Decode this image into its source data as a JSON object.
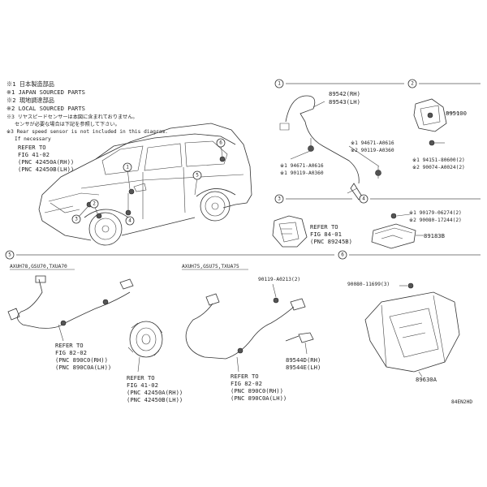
{
  "notes": {
    "lines": [
      "※1 日本製造部品",
      "※1 JAPAN SOURCED PARTS",
      "※2 現地調達部品",
      "※2 LOCAL SOURCED PARTS",
      "※3 リヤスピードセンサーは本図に含まれておりません。",
      "センサが必要な場合は下記を参照して下さい。",
      "※3 Rear speed sensor is not included in this diagram.",
      "If necessary"
    ],
    "refer_lines": [
      "REFER TO",
      "FIG 41-02",
      "(PNC 42450A(RH))",
      "(PNC 42450B(LH))"
    ]
  },
  "car_markers": [
    "1",
    "2",
    "3",
    "4",
    "5",
    "6"
  ],
  "sections": [
    {
      "number": "1",
      "labels": [
        "89542(RH)",
        "89543(LH)",
        "※1 90119-A0360",
        "※2 90119-A0360",
        "※1 94671-A0616",
        "※1 94671-A0616"
      ]
    },
    {
      "number": "2",
      "labels": [
        "895100",
        "※1 94151-80600(2)",
        "※2 90074-A0024(2)"
      ]
    },
    {
      "number": "3",
      "labels": [
        "REFER TO",
        "FIG 84-01",
        "(PNC 89245B)"
      ]
    },
    {
      "number": "4",
      "labels": [
        "※1 90179-06274(2)",
        "※2 90080-17244(2)",
        "89183B"
      ]
    },
    {
      "number": "5",
      "subtitle_left": "AXUH78,GSU70,TXUA70",
      "subtitle_right": "AXUH75,GSU75,TXUA75",
      "labels": [
        "REFER TO",
        "FIG 82-02",
        "(PNC 890C0(RH))",
        "(PNC 890C0A(LH))",
        "REFER TO",
        "FIG 41-02",
        "(PNC 42450A(RH))",
        "(PNC 42450B(LH))",
        "90119-A0213(2)",
        "REFER TO",
        "FIG 82-02",
        "(PNC 890C0(RH))",
        "(PNC 890C0A(LH))",
        "89544D(RH)",
        "89544E(LH)"
      ]
    },
    {
      "number": "6",
      "labels": [
        "90080-11699(3)",
        "89630A"
      ]
    }
  ],
  "footer_code": "84EN2HD"
}
